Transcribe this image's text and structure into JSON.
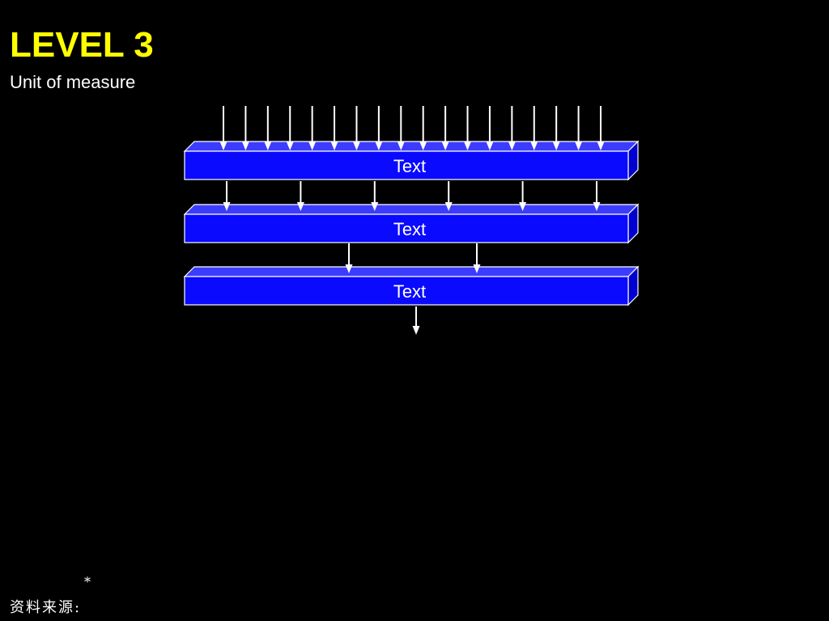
{
  "slide": {
    "title": "LEVEL 3",
    "subtitle": "Unit of measure",
    "footnote_marker": "*",
    "source_label": "资料来源:"
  },
  "diagram": {
    "levels": [
      {
        "label": "Text",
        "incoming_arrows": 18
      },
      {
        "label": "Text",
        "incoming_arrows": 6
      },
      {
        "label": "Text",
        "incoming_arrows": 2
      }
    ],
    "outgoing_arrows": 1,
    "colors": {
      "box_face": "#0a0aff",
      "box_top": "#3c3cff",
      "box_side": "#0000d0",
      "box_outline": "#ffffff",
      "arrow": "#ffffff",
      "title": "#ffff00"
    }
  }
}
